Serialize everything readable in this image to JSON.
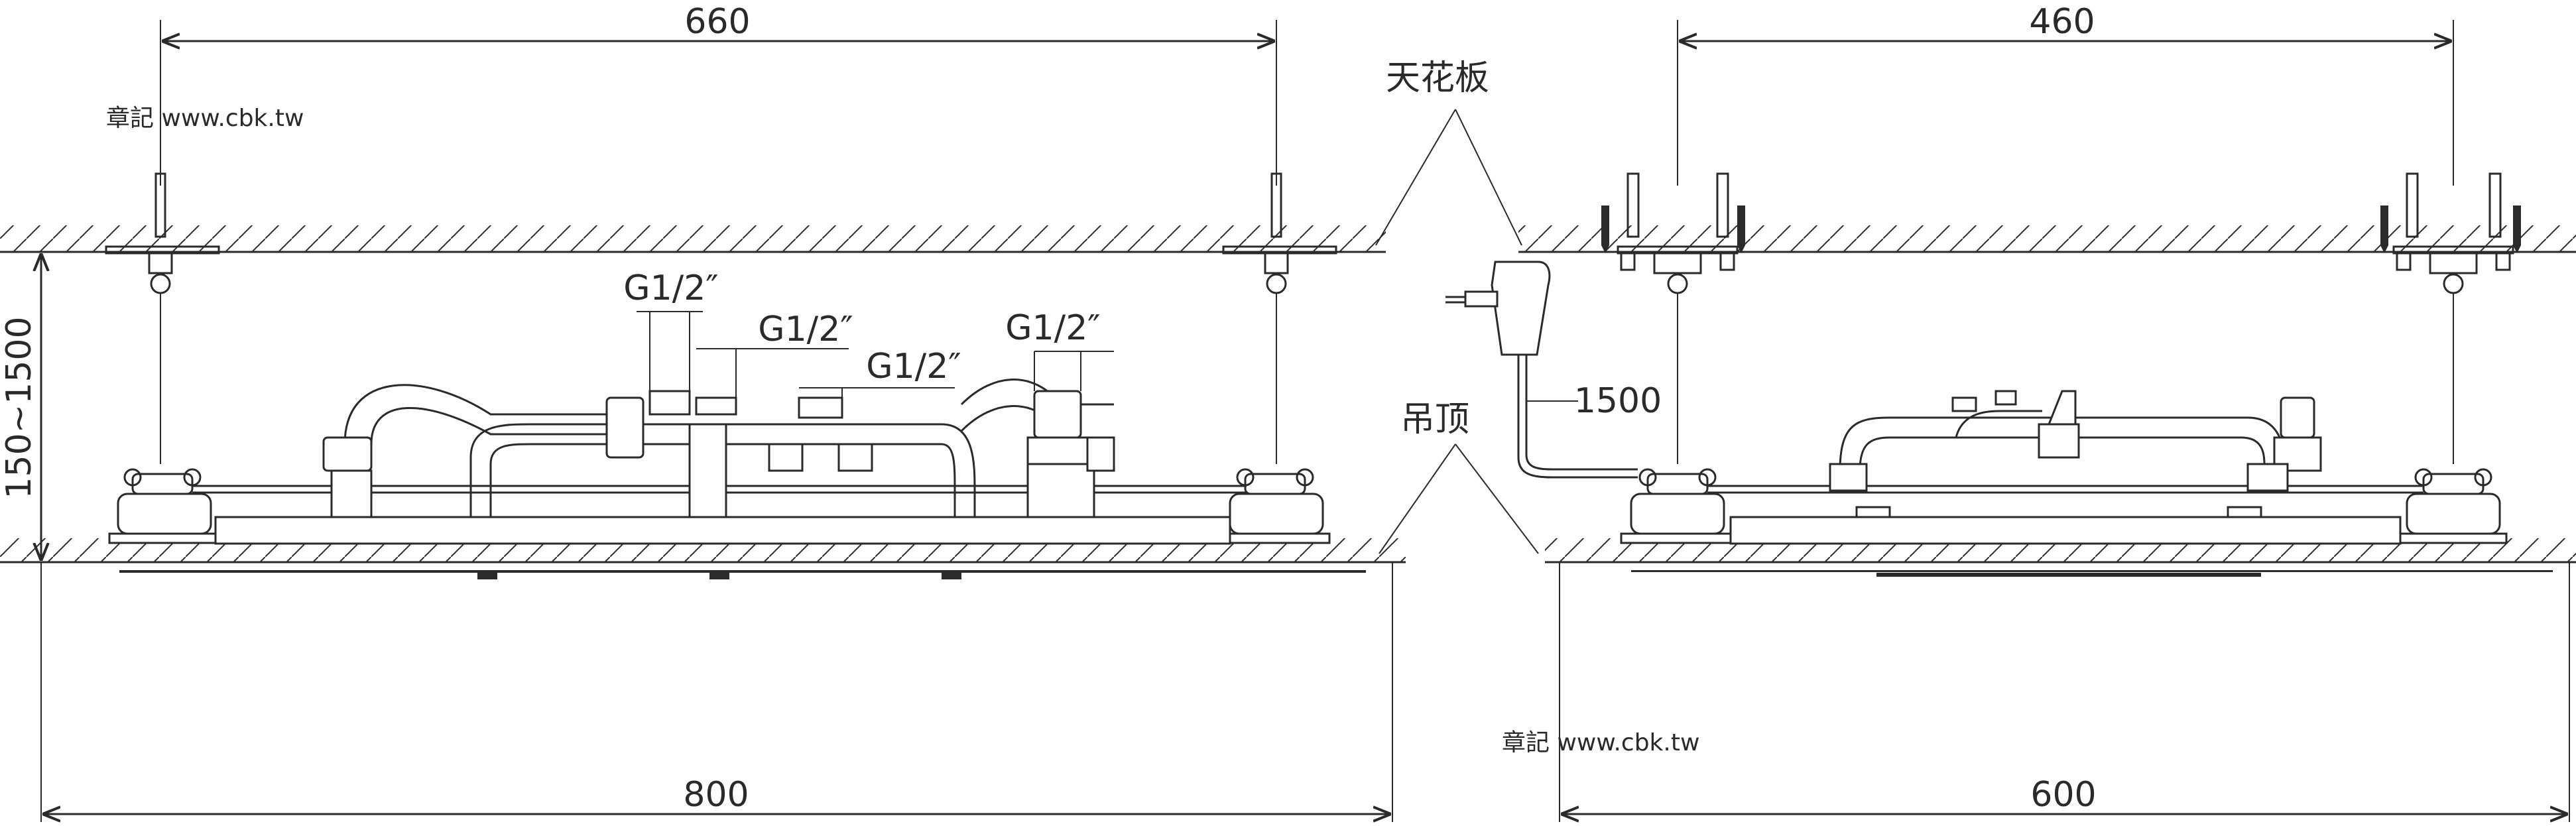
{
  "dimensions": {
    "left_top_width": "660",
    "left_bottom_width": "800",
    "left_height": "150~1500",
    "right_top_width": "460",
    "right_bottom_width": "600",
    "cable_length": "1500"
  },
  "connections": {
    "inlet_left": "G1/2″",
    "inlet_middle": "G1/2″",
    "inlet_right_a": "G1/2″",
    "inlet_right_b": "G1/2″"
  },
  "labels": {
    "ceiling": "天花板",
    "suspended_ceiling": "吊顶"
  },
  "watermarks": {
    "top": "章記 www.cbk.tw",
    "bottom": "章記 www.cbk.tw"
  }
}
